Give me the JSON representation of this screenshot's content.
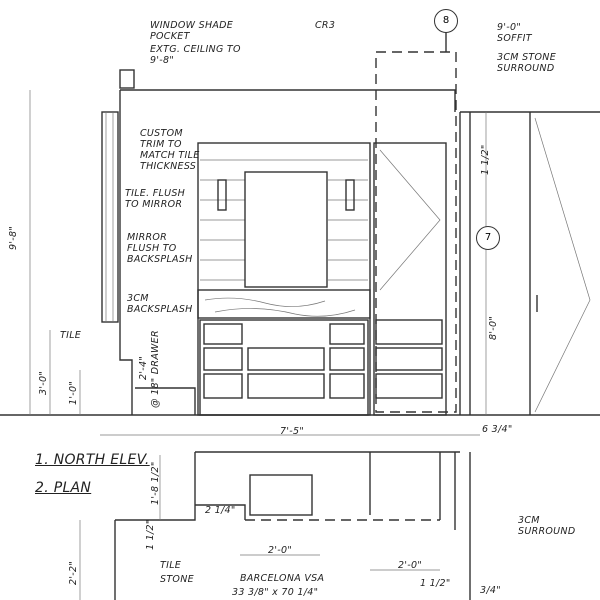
{
  "title_block": {
    "elevation": "1. NORTH ELEV.",
    "plan": "2. PLAN"
  },
  "notes": {
    "window_shade_pocket": "WINDOW SHADE POCKET",
    "existing_ceiling": "EXTG. CEILING TO 9'-8\"",
    "cr3": "CR3",
    "soffit": "9'-0\" SOFFIT",
    "stone_surround": "3CM STONE SURROUND",
    "custom_trim": "CUSTOM TRIM TO MATCH TILE THICKNESS",
    "tile_flush_mirror": "TILE. FLUSH TO MIRROR",
    "mirror_flush_backsplash": "MIRROR FLUSH TO BACKSPLASH",
    "backsplash": "3CM BACKSPLASH",
    "tile_elev": "TILE",
    "drawer": "@ 18\" DRAWER",
    "tile_plan": "TILE",
    "stone_plan": "STONE",
    "vanity": "BARCELONA VSA",
    "vanity_size": "33 3/8\" x 70 1/4\"",
    "surround_plan": "3CM SURROUND"
  },
  "callouts": {
    "section_8": "8",
    "section_7": "7"
  },
  "dimensions": {
    "ceiling_height": "9'-8\"",
    "soffit_height": "8'-0\"",
    "counter_height": "3'-0\"",
    "base_height": "1'-0\"",
    "drawer_height": "2'-4\"",
    "elev_width": "7'-5\"",
    "surround_depth": "6 3/4\"",
    "trim_offset": "1 1/2\"",
    "plan_depth": "1'-8 1/2\"",
    "plan_offset": "2 1/4\"",
    "plan_step": "1 1/2\"",
    "plan_side": "2'-2\"",
    "sink_width": "2'-0\"",
    "shower_width": "2'-0\"",
    "wall_a": "1 1/2\"",
    "wall_b": "3/4\""
  }
}
